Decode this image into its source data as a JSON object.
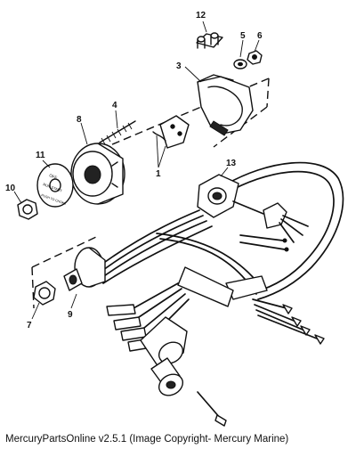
{
  "callouts": {
    "c1": "1",
    "c3": "3",
    "c4": "4",
    "c5": "5",
    "c6": "6",
    "c7": "7",
    "c8": "8",
    "c9": "9",
    "c10": "10",
    "c11": "11",
    "c12": "12",
    "c13": "13"
  },
  "switch_plate": {
    "line1": "OFF",
    "line2": "RUN  START",
    "line3": "PUSH TO CHOKE"
  },
  "copyright": "MercuryPartsOnline v2.5.1 (Image Copyright- Mercury Marine)"
}
